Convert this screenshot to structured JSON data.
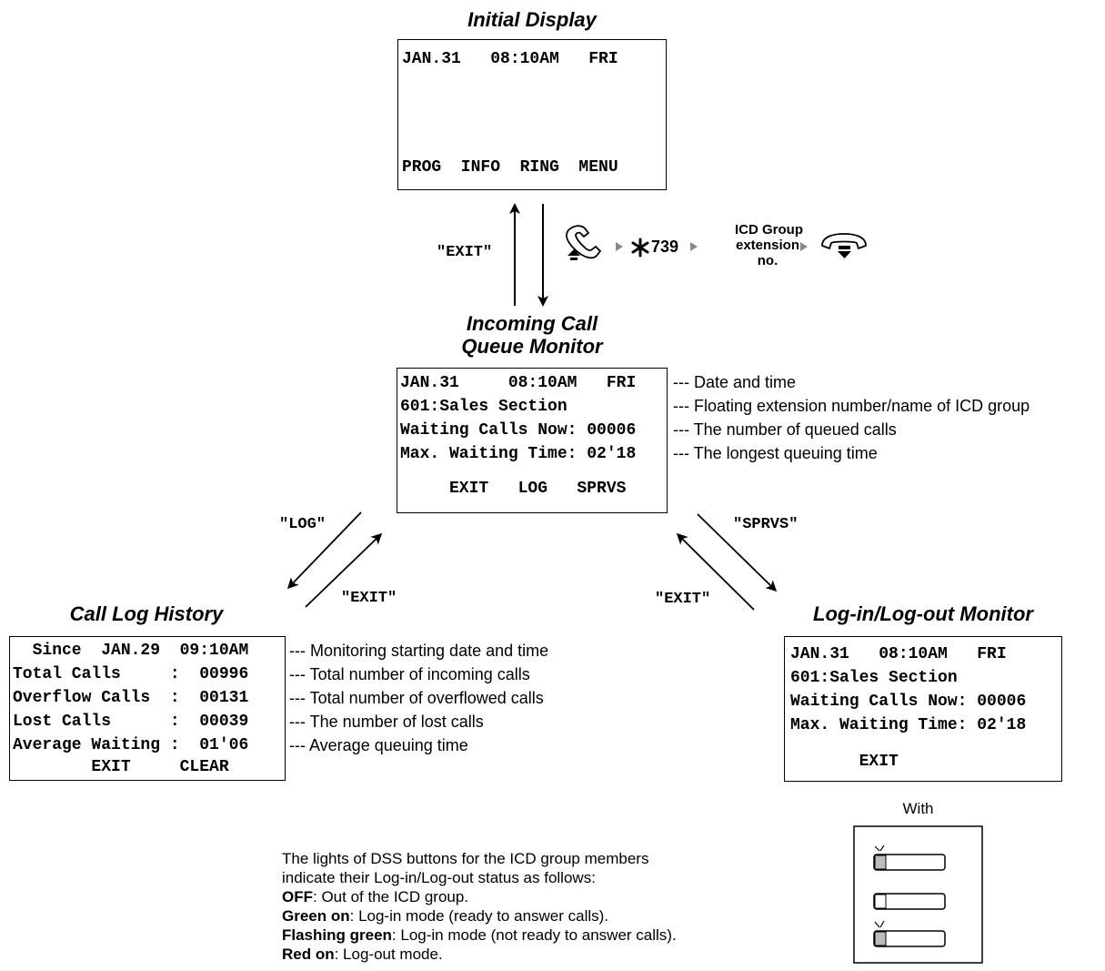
{
  "initial": {
    "title": "Initial Display",
    "line1": "JAN.31   08:10AM   FRI",
    "softkeys": "PROG  INFO  RING  MENU"
  },
  "transition": {
    "exit_label": "\"EXIT\"",
    "feature_code": "739",
    "icd_label": "ICD Group\nextension\nno."
  },
  "queue_monitor": {
    "title_line1": "Incoming Call",
    "title_line2": "Queue Monitor",
    "lines": [
      "JAN.31     08:10AM   FRI",
      "601:Sales Section",
      "Waiting Calls Now: 00006",
      "Max. Waiting Time: 02'18"
    ],
    "softkeys": "     EXIT   LOG   SPRVS",
    "descriptions": [
      "--- Date and time",
      "--- Floating extension number/name of ICD group",
      "--- The number of queued calls",
      "--- The longest queuing time"
    ]
  },
  "call_log": {
    "title": "Call Log History",
    "lines": [
      "  Since  JAN.29  09:10AM",
      "Total Calls     :  00996",
      "Overflow Calls  :  00131",
      "Lost Calls      :  00039",
      "Average Waiting :  01'06",
      "        EXIT     CLEAR"
    ],
    "descriptions": [
      "--- Monitoring starting date and time",
      "--- Total number of incoming calls",
      "--- Total number of overflowed calls",
      "--- The number of lost calls",
      "--- Average queuing time"
    ]
  },
  "login_monitor": {
    "title": "Log-in/Log-out Monitor",
    "lines": [
      "JAN.31   08:10AM   FRI",
      "601:Sales Section",
      "Waiting Calls Now: 00006",
      "Max. Waiting Time: 02'18",
      "       EXIT"
    ]
  },
  "arrow_labels": {
    "log": "\"LOG\"",
    "exit_left": "\"EXIT\"",
    "sprvs": "\"SPRVS\"",
    "exit_right": "\"EXIT\""
  },
  "dss": {
    "with_label": "With"
  },
  "notes": {
    "intro1": "The lights of DSS buttons for the ICD group members",
    "intro2": "indicate their Log-in/Log-out status as follows:",
    "off_key": "OFF",
    "off_text": ": Out of the ICD group.",
    "green_key": "Green on",
    "green_text": ": Log-in mode (ready to answer calls).",
    "flash_key": "Flashing green",
    "flash_text": ": Log-in mode (not ready to answer calls).",
    "red_key": "Red on",
    "red_text": ": Log-out mode."
  }
}
